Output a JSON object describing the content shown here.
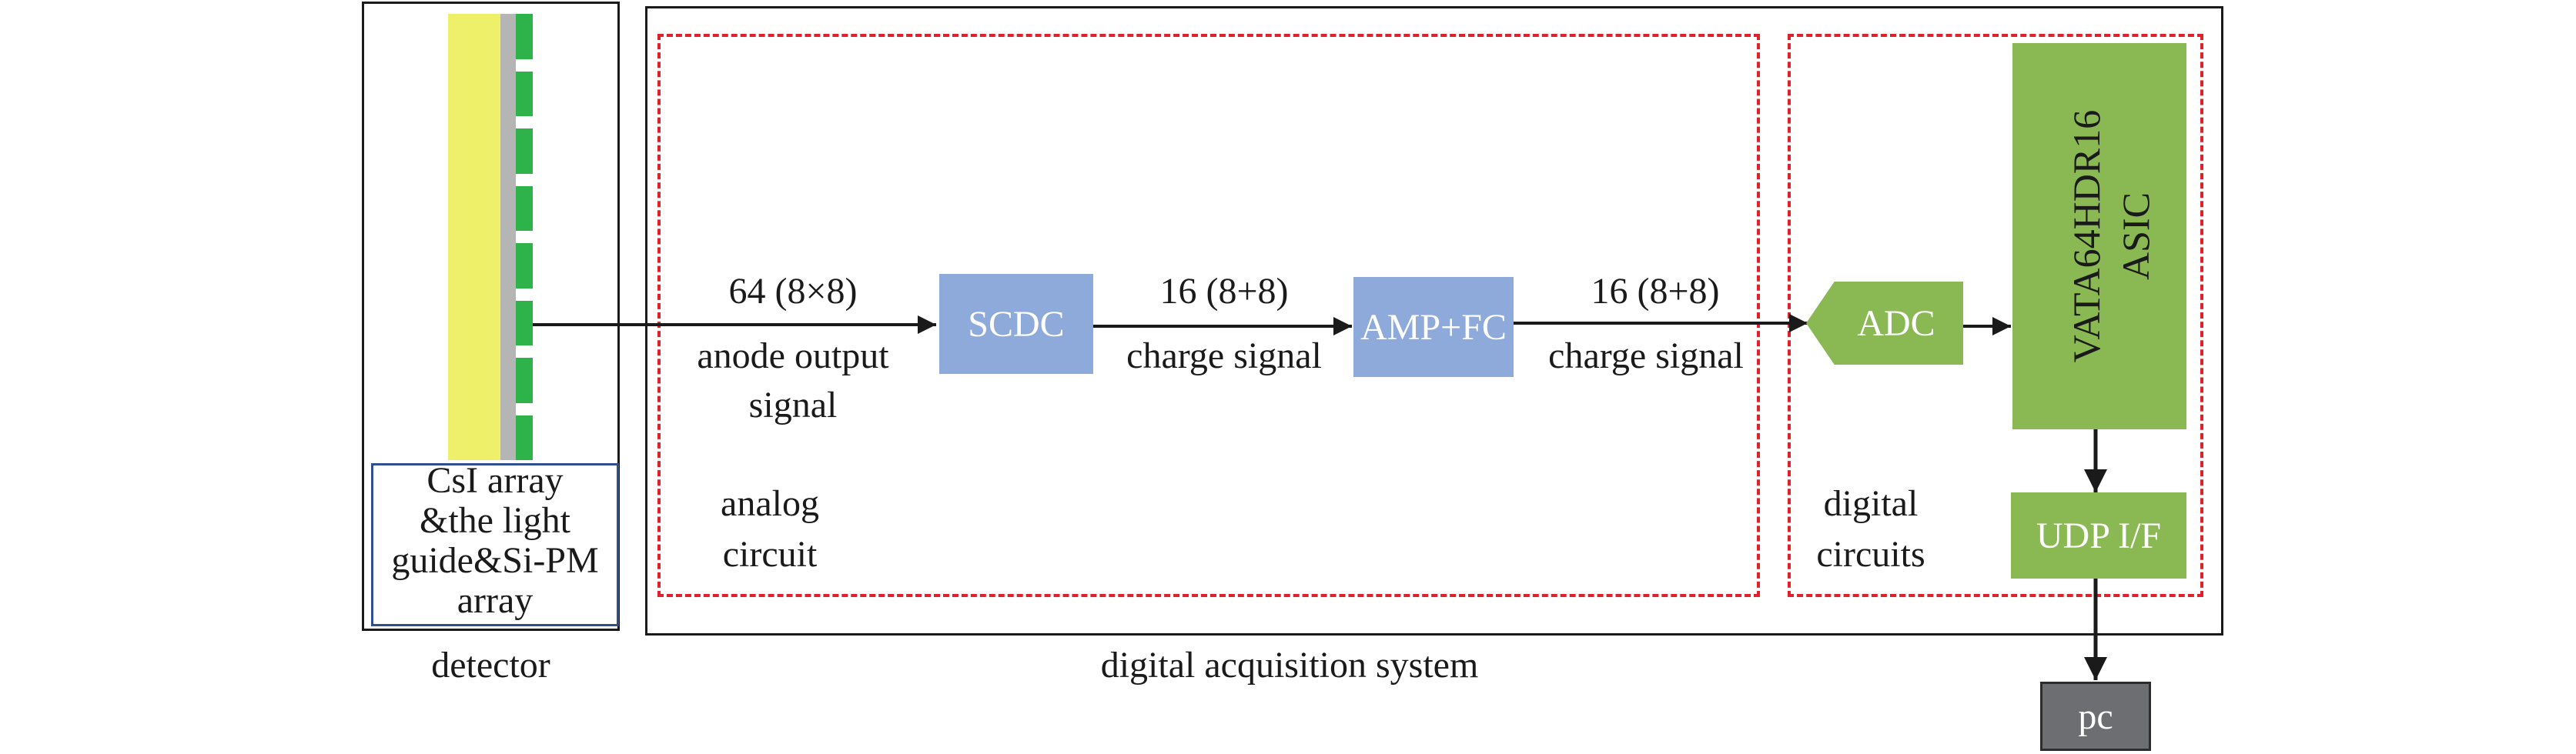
{
  "detector": {
    "caption": "CsI array &the light guide&Si-PM array",
    "caption_lines": [
      "CsI array",
      "&the light",
      "guide&Si-PM",
      "array"
    ],
    "label": "detector"
  },
  "system": {
    "label": "digital acquisition system",
    "analog_label_lines": [
      "analog",
      "circuit"
    ],
    "digital_label_lines": [
      "digital",
      "circuits"
    ]
  },
  "signals": {
    "anode_count": "64 (8×8)",
    "anode_text_lines": [
      "anode output",
      "signal"
    ],
    "scdc_count": "16 (8+8)",
    "scdc_text": "charge signal",
    "amp_count": "16 (8+8)",
    "amp_text": "charge signal"
  },
  "blocks": {
    "scdc": "SCDC",
    "amp": "AMP+FC",
    "adc": "ADC",
    "asic_lines": [
      "VATA64HDR16",
      "ASIC"
    ],
    "udp": "UDP I/F",
    "pc": "pc"
  },
  "colors": {
    "blue_block": "#8eaadb",
    "green_block": "#8ab853",
    "pc_block": "#6d6e71",
    "dashed_border": "#e0202a",
    "csi_crystal": "#eef06a",
    "light_guide": "#b5b5b5",
    "sipm": "#2db34a"
  }
}
